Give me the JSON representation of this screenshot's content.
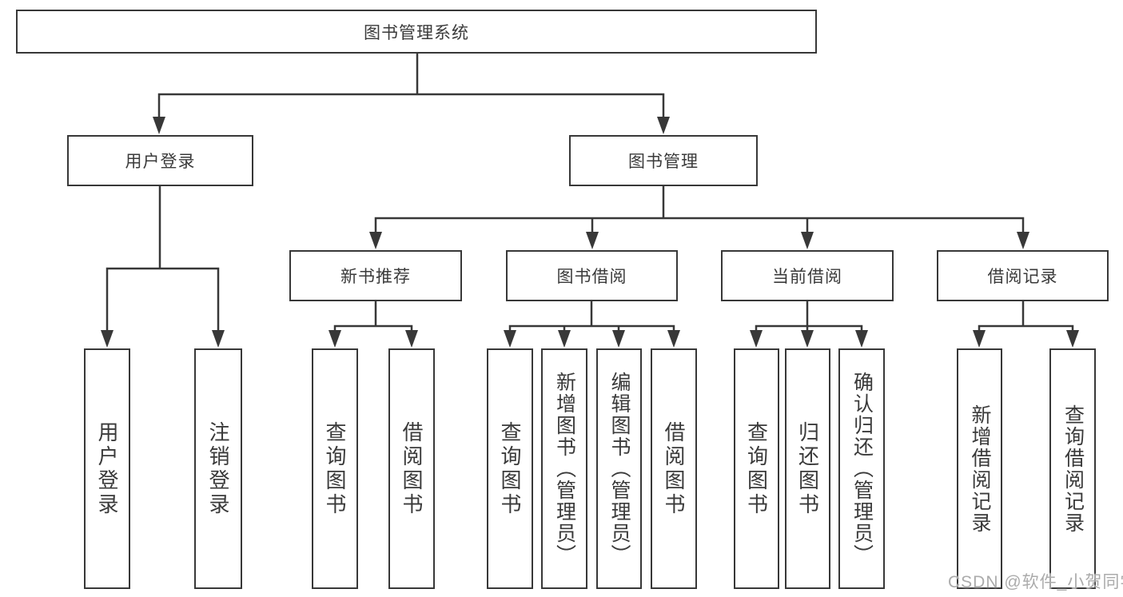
{
  "colors": {
    "line": "#383838",
    "text": "#3a3a3a",
    "box_fill": "#ffffff",
    "watermark": "#ababab",
    "background": "#ffffff"
  },
  "nodes": {
    "root": "图书管理系统",
    "l2": [
      "用户登录",
      "图书管理"
    ],
    "l3": [
      "新书推荐",
      "图书借阅",
      "当前借阅",
      "借阅记录"
    ],
    "l4": [
      "用户登录",
      "注销登录",
      "查询图书",
      "借阅图书",
      "查询图书",
      "新增图书（管理员）",
      "编辑图书（管理员）",
      "借阅图书",
      "查询图书",
      "归还图书",
      "确认归还（管理员）",
      "新增借阅记录",
      "查询借阅记录"
    ]
  },
  "structure": {
    "图书管理系统": [
      "用户登录",
      "图书管理"
    ],
    "用户登录": [
      "用户登录",
      "注销登录"
    ],
    "图书管理": [
      "新书推荐",
      "图书借阅",
      "当前借阅",
      "借阅记录"
    ],
    "新书推荐": [
      "查询图书",
      "借阅图书"
    ],
    "图书借阅": [
      "查询图书",
      "新增图书（管理员）",
      "编辑图书（管理员）",
      "借阅图书"
    ],
    "当前借阅": [
      "查询图书",
      "归还图书",
      "确认归还（管理员）"
    ],
    "借阅记录": [
      "新增借阅记录",
      "查询借阅记录"
    ]
  },
  "watermark": "CSDN @软件_小贺同学"
}
